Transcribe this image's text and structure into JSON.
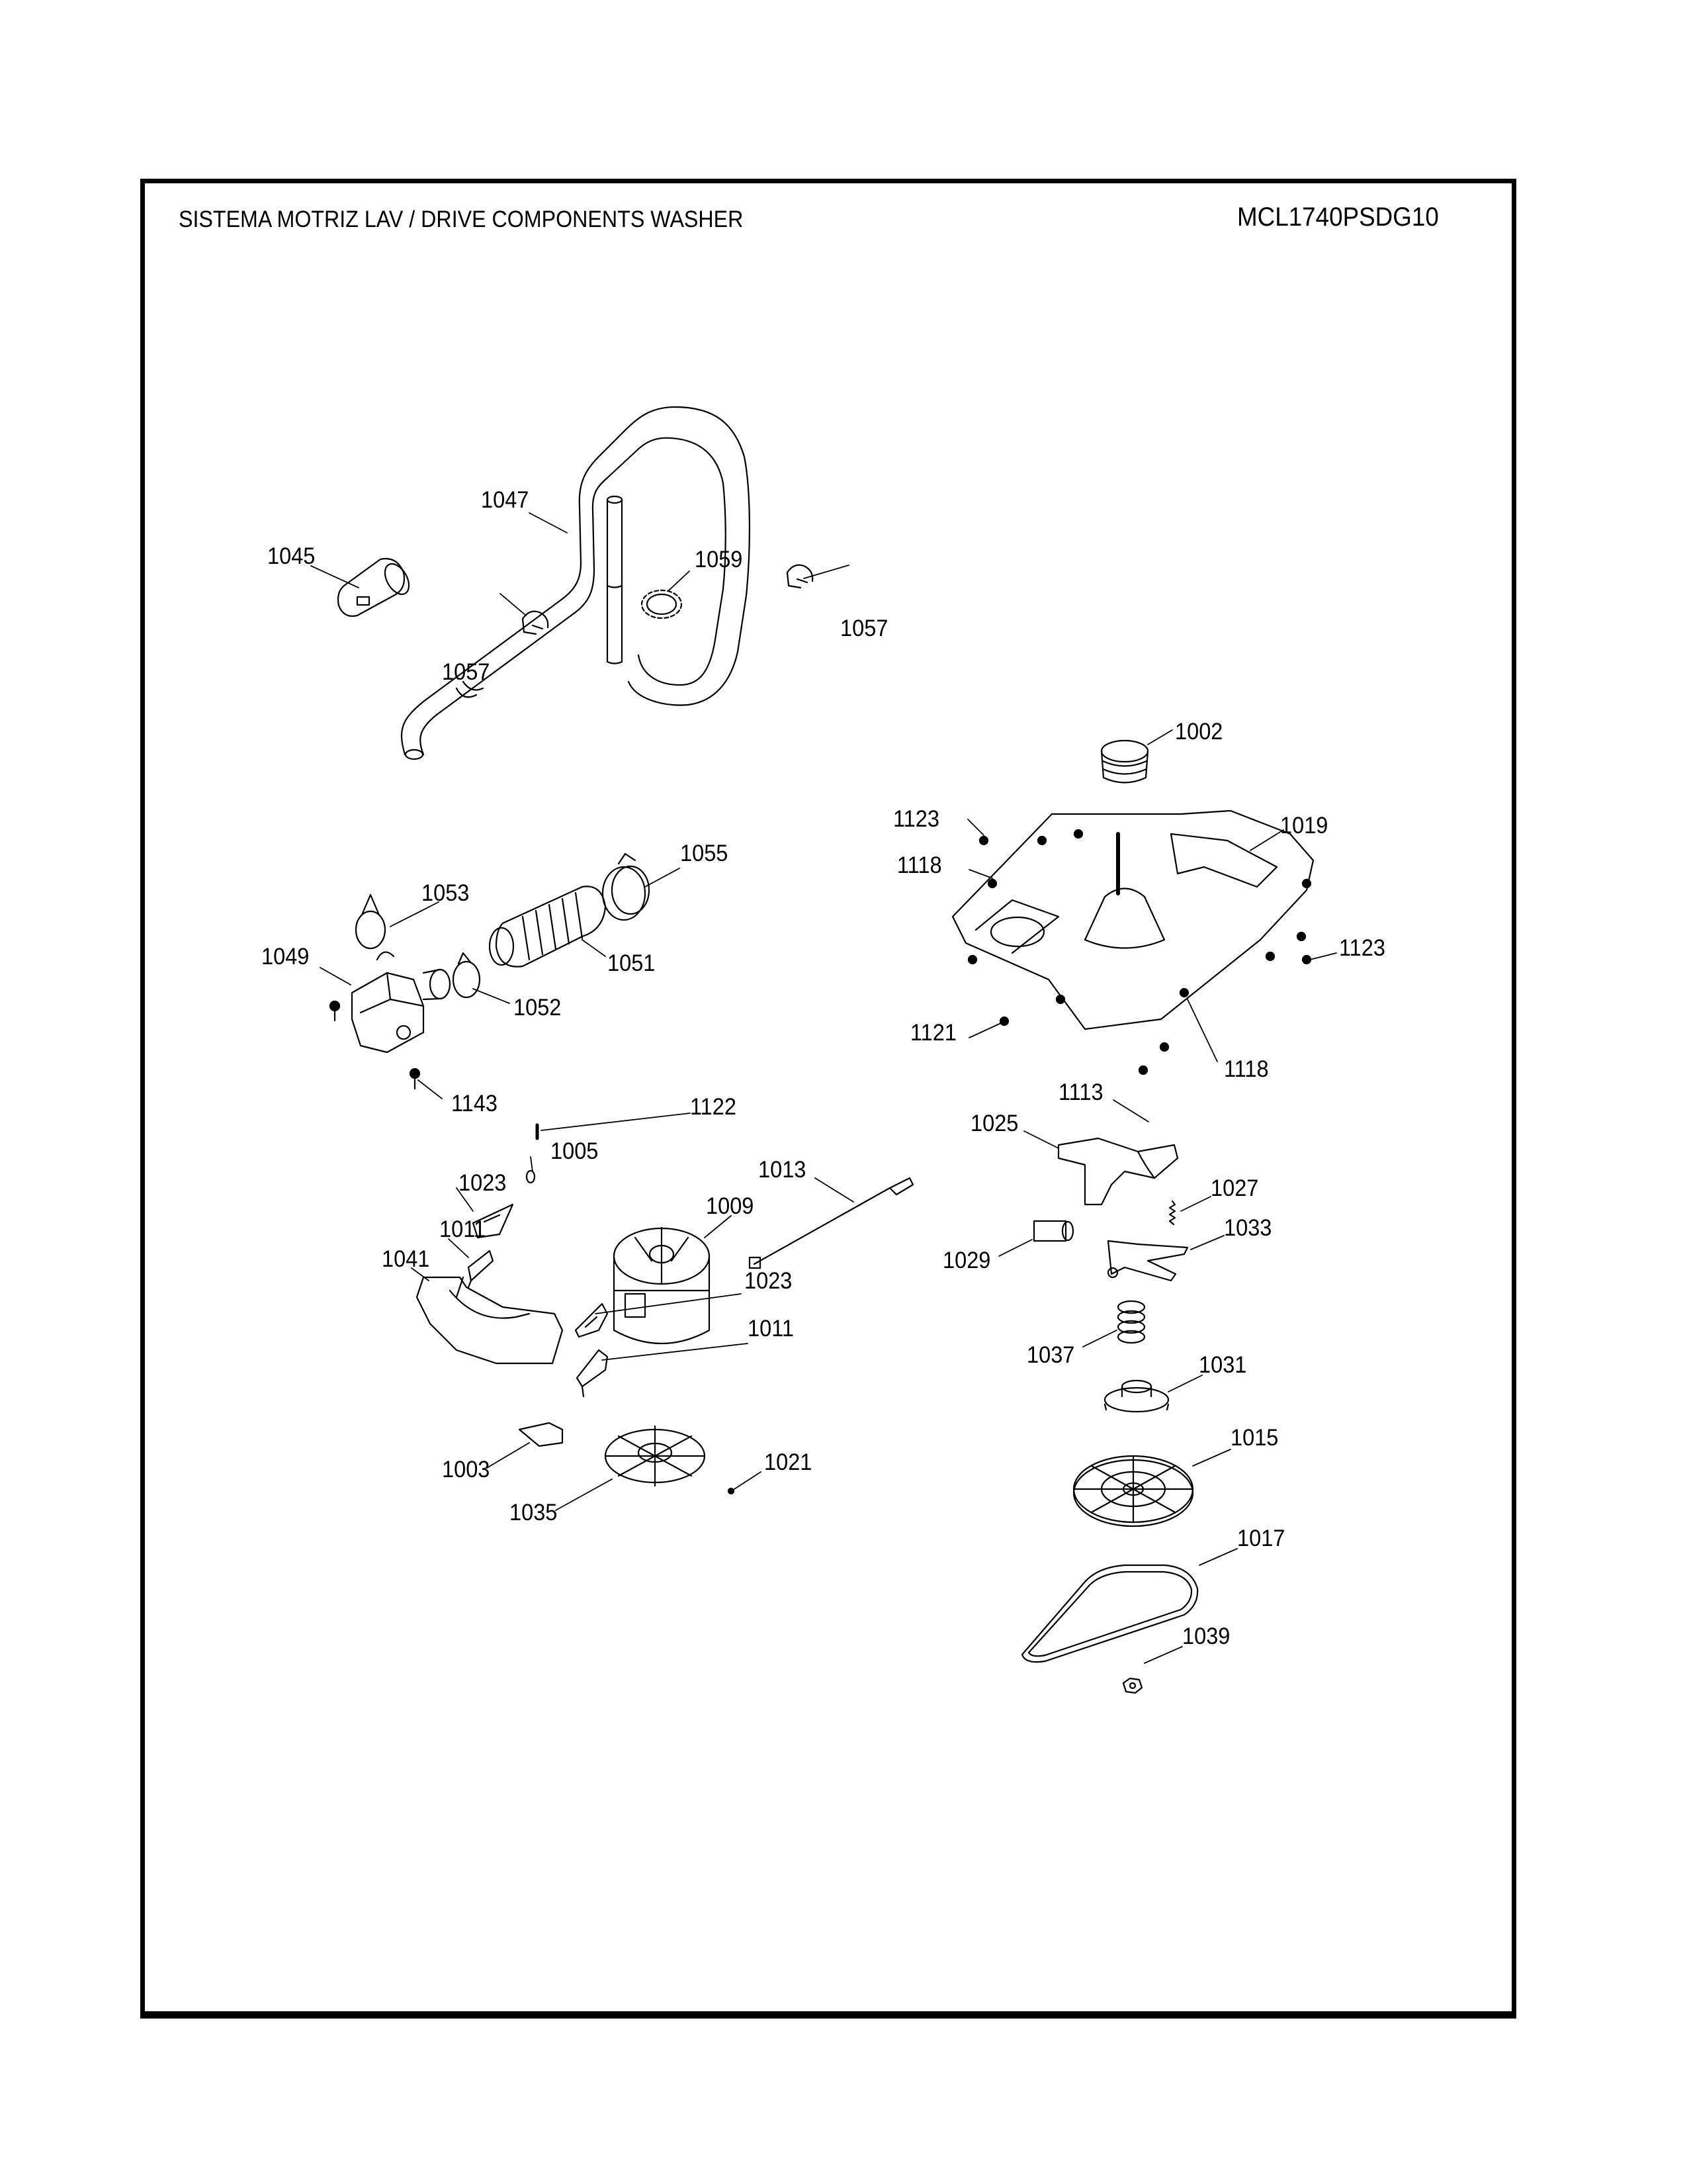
{
  "header": {
    "title": "SISTEMA MOTRIZ LAV / DRIVE COMPONENTS WASHER",
    "model": "MCL1740PSDG10"
  },
  "callouts": [
    {
      "id": "c1047",
      "text": "1047"
    },
    {
      "id": "c1045",
      "text": "1045"
    },
    {
      "id": "c1059",
      "text": "1059"
    },
    {
      "id": "c1057a",
      "text": "1057"
    },
    {
      "id": "c1057b",
      "text": "1057"
    },
    {
      "id": "c1002",
      "text": "1002"
    },
    {
      "id": "c1123a",
      "text": "1123"
    },
    {
      "id": "c1019",
      "text": "1019"
    },
    {
      "id": "c1118a",
      "text": "1118"
    },
    {
      "id": "c1055",
      "text": "1055"
    },
    {
      "id": "c1053",
      "text": "1053"
    },
    {
      "id": "c1049",
      "text": "1049"
    },
    {
      "id": "c1051",
      "text": "1051"
    },
    {
      "id": "c1052",
      "text": "1052"
    },
    {
      "id": "c1123b",
      "text": "1123"
    },
    {
      "id": "c1121",
      "text": "1121"
    },
    {
      "id": "c1118b",
      "text": "1118"
    },
    {
      "id": "c1143",
      "text": "1143"
    },
    {
      "id": "c1122",
      "text": "1122"
    },
    {
      "id": "c1113",
      "text": "1113"
    },
    {
      "id": "c1005",
      "text": "1005"
    },
    {
      "id": "c1025",
      "text": "1025"
    },
    {
      "id": "c1013",
      "text": "1013"
    },
    {
      "id": "c1023a",
      "text": "1023"
    },
    {
      "id": "c1009",
      "text": "1009"
    },
    {
      "id": "c1027",
      "text": "1027"
    },
    {
      "id": "c1011a",
      "text": "1011"
    },
    {
      "id": "c1033",
      "text": "1033"
    },
    {
      "id": "c1041",
      "text": "1041"
    },
    {
      "id": "c1029",
      "text": "1029"
    },
    {
      "id": "c1023b",
      "text": "1023"
    },
    {
      "id": "c1011b",
      "text": "1011"
    },
    {
      "id": "c1037",
      "text": "1037"
    },
    {
      "id": "c1031",
      "text": "1031"
    },
    {
      "id": "c1015",
      "text": "1015"
    },
    {
      "id": "c1003",
      "text": "1003"
    },
    {
      "id": "c1021",
      "text": "1021"
    },
    {
      "id": "c1035",
      "text": "1035"
    },
    {
      "id": "c1017",
      "text": "1017"
    },
    {
      "id": "c1039",
      "text": "1039"
    }
  ]
}
